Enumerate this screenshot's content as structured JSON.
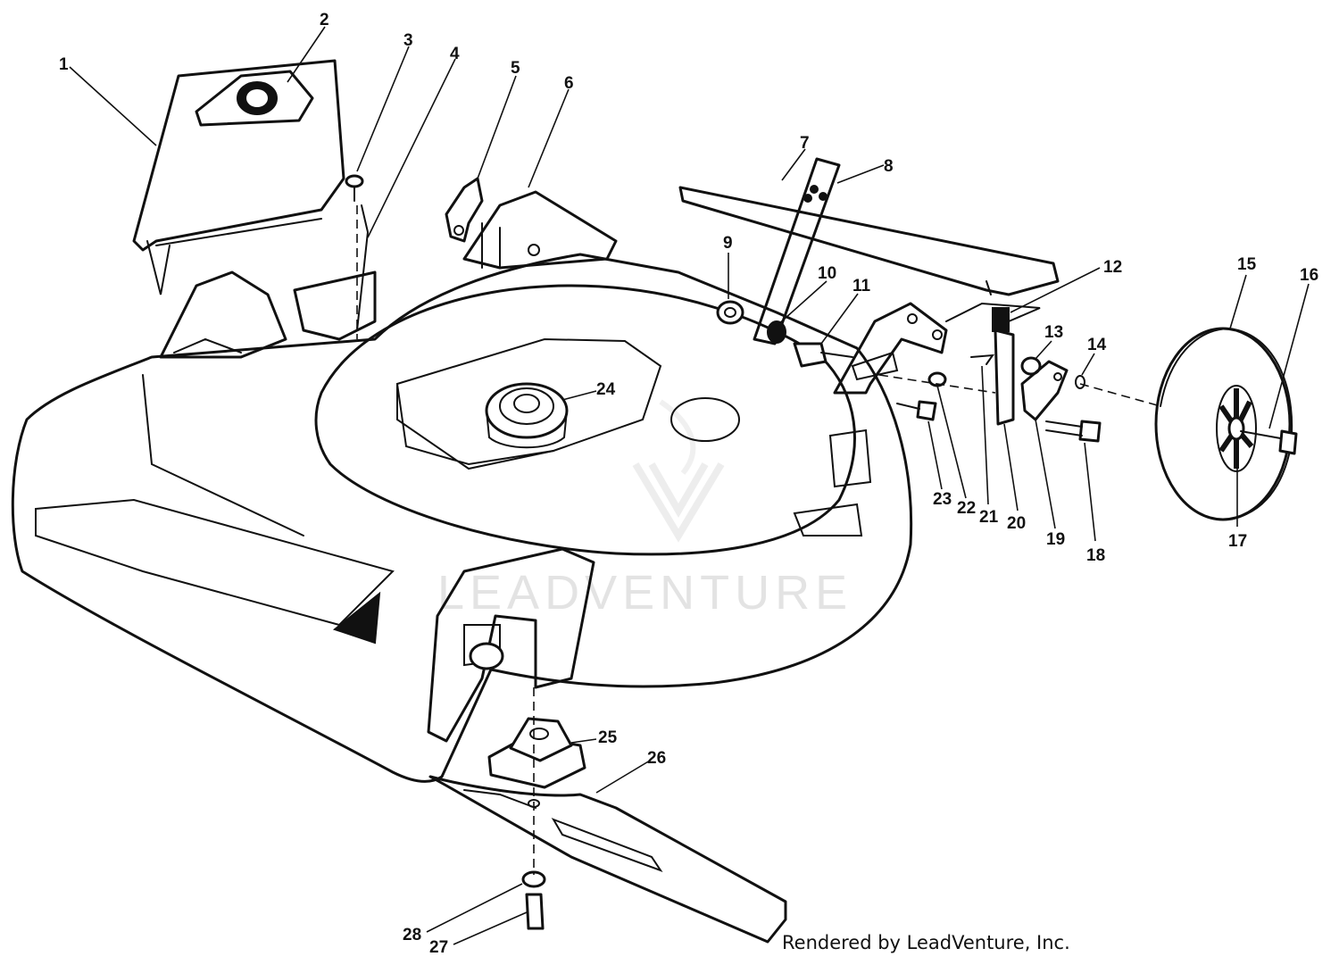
{
  "diagram": {
    "callouts": [
      "1",
      "2",
      "3",
      "4",
      "5",
      "6",
      "7",
      "8",
      "9",
      "10",
      "11",
      "12",
      "13",
      "14",
      "15",
      "16",
      "17",
      "18",
      "19",
      "20",
      "21",
      "22",
      "23",
      "24",
      "25",
      "26",
      "27",
      "28"
    ],
    "watermark_text": "LEADVENTURE",
    "credit": "Rendered by LeadVenture, Inc."
  },
  "colors": {
    "line": "#111111",
    "background": "#ffffff",
    "watermark": "#e3e3e3"
  }
}
